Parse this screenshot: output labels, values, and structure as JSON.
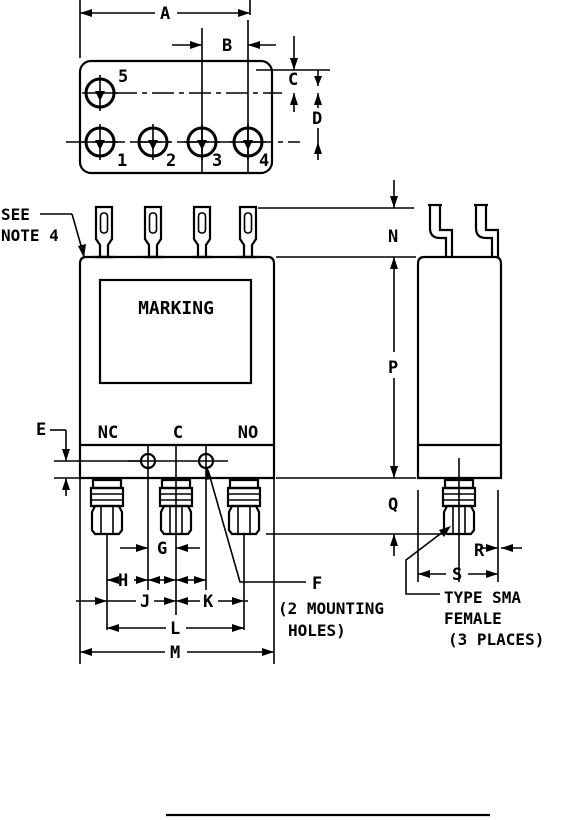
{
  "dimensions": {
    "A": "A",
    "B": "B",
    "C": "C",
    "D": "D",
    "E": "E",
    "F": "F",
    "G": "G",
    "H": "H",
    "J": "J",
    "K": "K",
    "L": "L",
    "M": "M",
    "N": "N",
    "P": "P",
    "Q": "Q",
    "R": "R",
    "S": "S"
  },
  "pins": [
    "1",
    "2",
    "3",
    "4",
    "5"
  ],
  "ports": {
    "nc": "NC",
    "c": "C",
    "no": "NO"
  },
  "marking": "MARKING",
  "notes": {
    "see_line1": "SEE",
    "see_line2": "NOTE 4",
    "holes_line1": "(2 MOUNTING",
    "holes_line2": "HOLES)",
    "sma_line1": "TYPE SMA",
    "sma_line2": "FEMALE",
    "sma_line3": "(3 PLACES)"
  }
}
